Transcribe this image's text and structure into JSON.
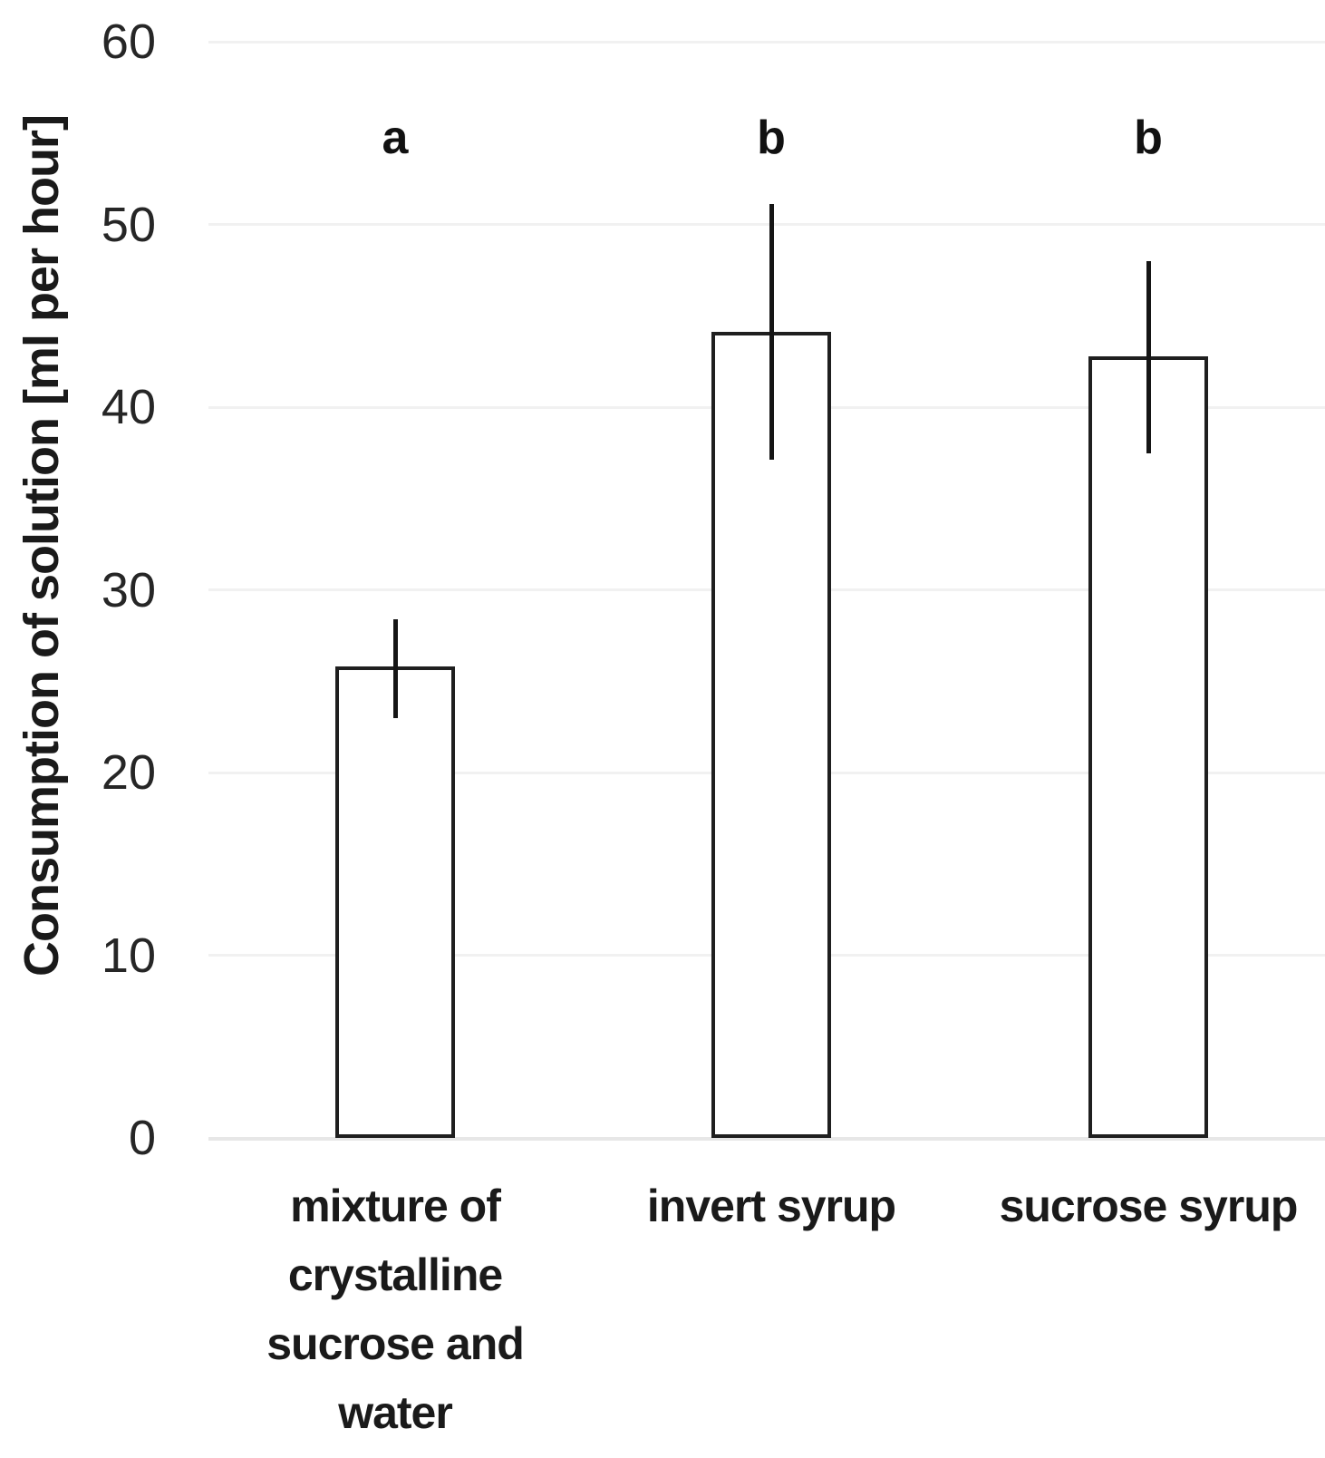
{
  "chart_data": {
    "type": "bar",
    "title": "",
    "xlabel": "",
    "ylabel": "Consumption of solution [ml per hour]",
    "ylim": [
      0,
      60
    ],
    "yticks": [
      0,
      10,
      20,
      30,
      40,
      50,
      60
    ],
    "grid": true,
    "legend": "none",
    "categories": [
      "mixture of crystalline sucrose and water",
      "invert syrup",
      "sucrose syrup"
    ],
    "categories_wrapped": [
      [
        "mixture of",
        "crystalline",
        "sucrose and",
        "water"
      ],
      [
        "invert syrup"
      ],
      [
        "sucrose syrup"
      ]
    ],
    "values": [
      25.8,
      44.1,
      42.8
    ],
    "error_low": [
      23.0,
      37.1,
      37.5
    ],
    "error_high": [
      28.4,
      51.1,
      48.0
    ],
    "sig_letters": [
      "a",
      "b",
      "b"
    ],
    "colors": {
      "bar_fill": "#ffffff",
      "bar_border": "#1f1f1f",
      "error_bar": "#151515",
      "gridline": "#f1f1f1",
      "axis_line": "#e7e7e7",
      "text": "#1a1a1a"
    }
  }
}
